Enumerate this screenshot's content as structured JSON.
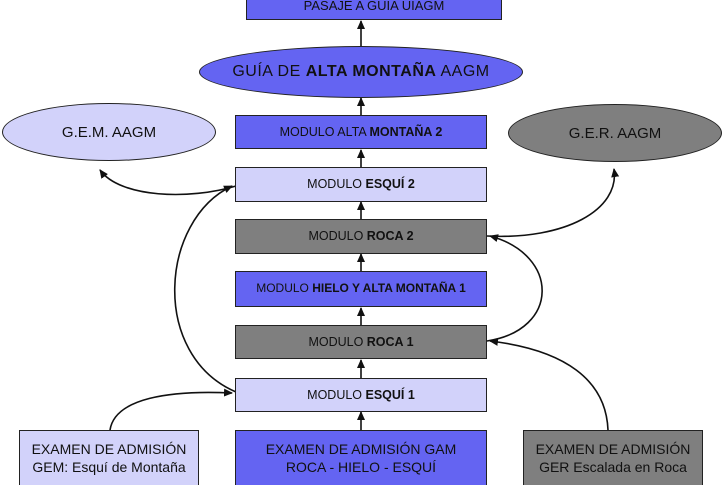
{
  "colors": {
    "blue": "#6464f2",
    "light": "#d2d2fa",
    "gray": "#7f7f7f",
    "line": "#111111"
  },
  "top": {
    "label": "PASAJE A GUIA UIAGM"
  },
  "guide": {
    "normal": "GUÍA DE ",
    "bold": "ALTA MONTAÑA",
    "suffix": " AAGM"
  },
  "gem": {
    "label": "G.E.M. AAGM"
  },
  "ger": {
    "label": "G.E.R. AAGM"
  },
  "modules": {
    "am2": {
      "normal": "MODULO ALTA ",
      "bold": "MONTAÑA 2"
    },
    "ski2": {
      "normal": "MODULO ",
      "bold": "ESQUÍ 2"
    },
    "rock2": {
      "normal": "MODULO ",
      "bold": "ROCA 2"
    },
    "ice1": {
      "normal": "MODULO ",
      "bold": "HIELO Y ALTA MONTAÑA 1"
    },
    "rock1": {
      "normal": "MODULO ",
      "bold": "ROCA 1"
    },
    "ski1": {
      "normal": "MODULO ",
      "bold": "ESQUÍ 1"
    }
  },
  "exams": {
    "gem": {
      "line1": "EXAMEN DE ADMISIÓN",
      "line2": "GEM:  Esquí de Montaña"
    },
    "gam": {
      "line1": "EXAMEN DE ADMISIÓN GAM",
      "line2": "ROCA - HIELO - ESQUÍ"
    },
    "ger": {
      "line1": "EXAMEN DE ADMISIÓN",
      "line2": "GER Escalada en Roca"
    }
  }
}
